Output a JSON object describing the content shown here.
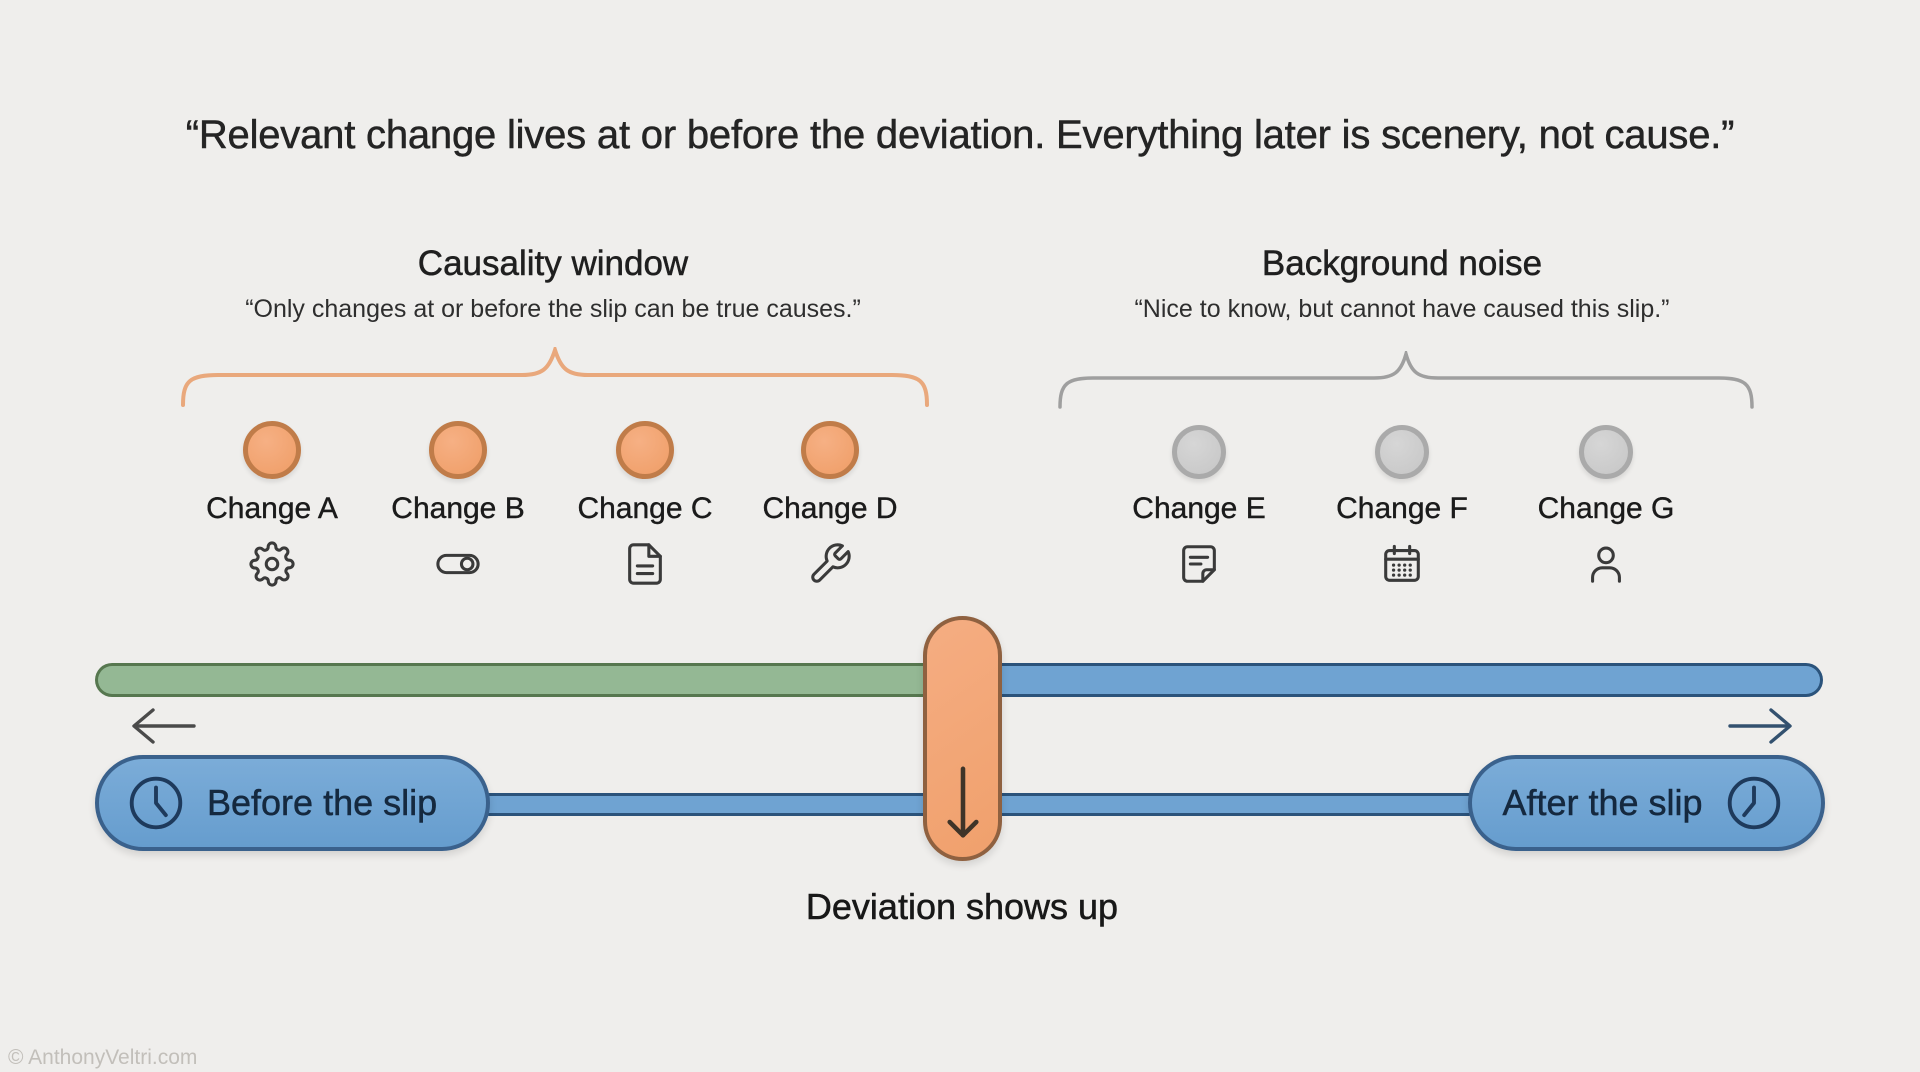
{
  "title": "“Relevant change lives at or before the deviation. Everything later is scenery, not cause.”",
  "causality_window": {
    "heading": "Causality window",
    "quote": "“Only changes at or before the slip can be true causes.”",
    "changes": [
      {
        "label": "Change A",
        "icon": "gear-icon"
      },
      {
        "label": "Change B",
        "icon": "toggle-icon"
      },
      {
        "label": "Change C",
        "icon": "document-icon"
      },
      {
        "label": "Change D",
        "icon": "wrench-icon"
      }
    ]
  },
  "background_noise": {
    "heading": "Background noise",
    "quote": "“Nice to know, but cannot have caused this slip.”",
    "changes": [
      {
        "label": "Change E",
        "icon": "note-icon"
      },
      {
        "label": "Change F",
        "icon": "calendar-icon"
      },
      {
        "label": "Change G",
        "icon": "person-icon"
      }
    ]
  },
  "timeline": {
    "before_label": "Before the slip",
    "after_label": "After the slip",
    "deviation_label": "Deviation shows up",
    "before_icon": "clock-icon",
    "after_icon": "clock-icon",
    "marker_icon": "down-arrow-icon"
  },
  "watermark": "© AnthonyVeltri.com",
  "colors": {
    "background": "#efeeec",
    "causality_accent": "#e9a87c",
    "causality_dot_fill": "#f2a36e",
    "causality_dot_border": "#c07c49",
    "noise_accent": "#9f9f9f",
    "noise_dot_fill": "#cccccc",
    "before_bar_fill": "#94b894",
    "before_bar_border": "#56774f",
    "after_bar_fill": "#6fa3d2",
    "after_bar_border": "#2b537b",
    "marker_fill": "#f3a97e",
    "marker_border": "#8f6140",
    "pill_fill": "#70a4d3",
    "pill_border": "#3a618c",
    "pill_text": "#15293f"
  }
}
